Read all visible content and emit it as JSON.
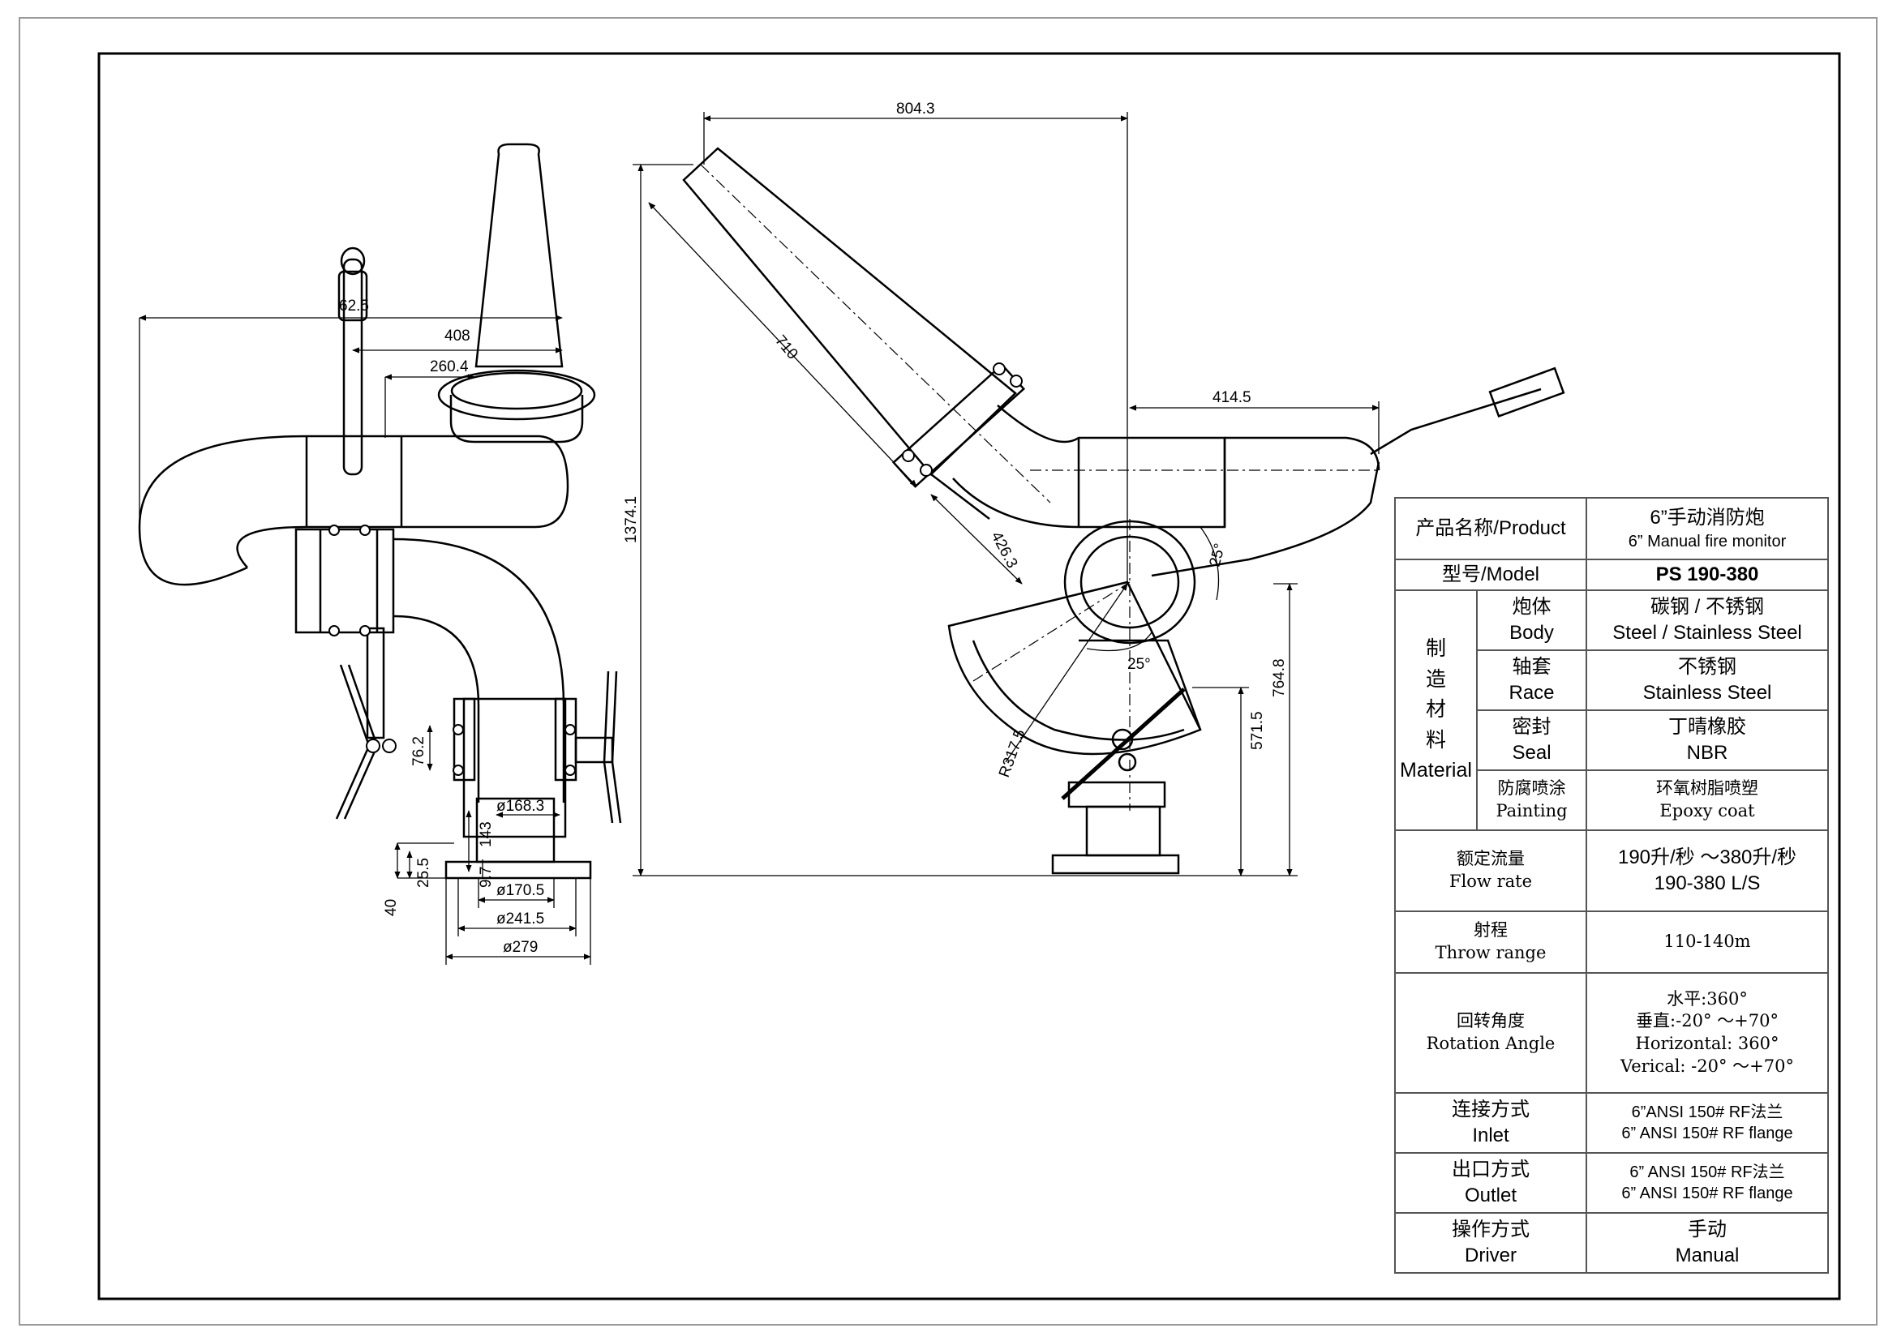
{
  "dimensions": {
    "side_view": {
      "width_408": "408",
      "handle_offset": "62.5",
      "width_260": "260.4",
      "bolt_height": "76.2",
      "pipe_dia": "ø168.3",
      "inner_dia": "ø170.5",
      "flange_pcd": "ø241.5",
      "flange_od": "ø279",
      "height_143": "143",
      "height_25": "25.5",
      "height_40": "40",
      "gap_97": "9.7"
    },
    "front_view": {
      "reach": "804.3",
      "total_height": "1374.1",
      "barrel_len": "710",
      "elbow_len": "426.3",
      "offset": "414.5",
      "angle_top": "25°",
      "angle_mid": "25°",
      "radius": "R317.5",
      "height_7648": "764.8",
      "height_5715": "571.5"
    }
  },
  "spec_table": {
    "product": {
      "label_cn": "产品名称/Product",
      "value_cn": "6”手动消防炮",
      "value_en": "6” Manual fire monitor"
    },
    "model": {
      "label": "型号/Model",
      "value": "PS 190-380"
    },
    "material_group": {
      "cn_chars": [
        "制",
        "造",
        "材",
        "料"
      ],
      "en": "Material"
    },
    "materials": [
      {
        "label_cn": "炮体",
        "label_en": "Body",
        "value_cn": "碳钢 / 不锈钢",
        "value_en": "Steel / Stainless Steel"
      },
      {
        "label_cn": "轴套",
        "label_en": "Race",
        "value_cn": "不锈钢",
        "value_en": "Stainless Steel"
      },
      {
        "label_cn": "密封",
        "label_en": "Seal",
        "value_cn": "丁晴橡胶",
        "value_en": "NBR"
      },
      {
        "label_cn": "防腐喷涂",
        "label_en": "Painting",
        "value_cn": "环氧树脂喷塑",
        "value_en": "Epoxy coat"
      }
    ],
    "flow": {
      "label_cn": "额定流量",
      "label_en": "Flow  rate",
      "value_cn": "190升/秒 ～380升/秒",
      "value_en": "190-380 L/S"
    },
    "throw": {
      "label_cn": "射程",
      "label_en": "Throw range",
      "value": "110-140m"
    },
    "rotation": {
      "label_cn": "回转角度",
      "label_en": "Rotation Angle",
      "values": [
        "水平:360°",
        "垂直:-20° ～+70°",
        "Horizontal: 360°",
        "Verical: -20° ～+70°"
      ]
    },
    "inlet": {
      "label_cn": "连接方式",
      "label_en": "Inlet",
      "value_cn": "6”ANSI 150# RF法兰",
      "value_en": "6” ANSI  150# RF flange"
    },
    "outlet": {
      "label_cn": "出口方式",
      "label_en": "Outlet",
      "value_cn": "6” ANSI 150# RF法兰",
      "value_en": "6” ANSI  150# RF flange"
    },
    "driver": {
      "label_cn": "操作方式",
      "label_en": "Driver",
      "value_cn": "手动",
      "value_en": "Manual"
    }
  }
}
